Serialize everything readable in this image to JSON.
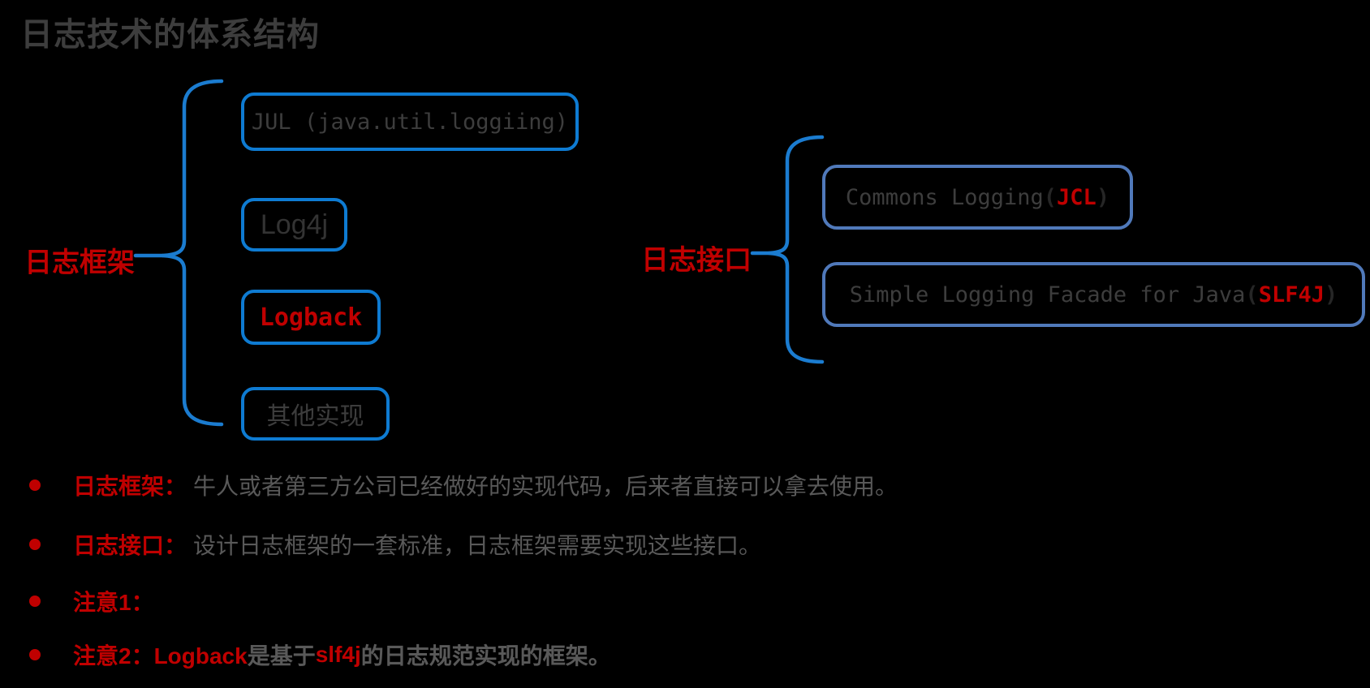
{
  "title": "日志技术的体系结构",
  "colors": {
    "background": "#000000",
    "accent_blue_bright": "#0e7bd2",
    "accent_blue_muted": "#5079ba",
    "brace_blue": "#1b7cd0",
    "accent_red": "#c00000",
    "title_gray": "#3d3d3d",
    "body_gray": "#595959"
  },
  "framework_group": {
    "label": "日志框架",
    "items": [
      {
        "text": "JUL (java.util.loggiing)"
      },
      {
        "text": "Log4j"
      },
      {
        "text": "Logback"
      },
      {
        "text": "其他实现"
      }
    ]
  },
  "interface_group": {
    "label": "日志接口",
    "items": [
      {
        "prefix": "Commons Logging ",
        "open": "(",
        "highlight": "JCL",
        "close": ")"
      },
      {
        "prefix": "Simple Logging Facade for Java ",
        "open": "(",
        "highlight": "SLF4J",
        "close": ")"
      }
    ]
  },
  "notes": [
    {
      "label": "日志框架：",
      "text": "牛人或者第三方公司已经做好的实现代码，后来者直接可以拿去使用。"
    },
    {
      "label": "日志接口：",
      "text": "设计日志框架的一套标准，日志框架需要实现这些接口。"
    },
    {
      "label": "注意1：",
      "text": ""
    },
    {
      "parts": {
        "red1": "注意2：Logback",
        "gray1": "是基于",
        "red2": "slf4j",
        "gray2": "的日志规范实现的框架。"
      }
    }
  ]
}
